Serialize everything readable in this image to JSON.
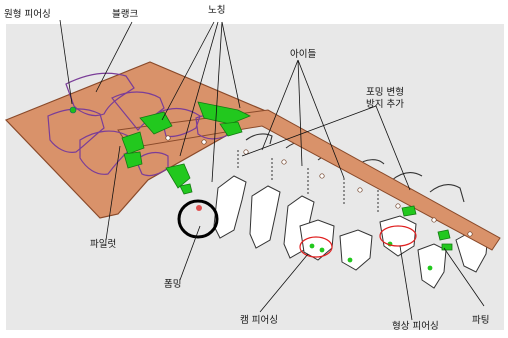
{
  "labels": {
    "round_piercing": "원형 피어싱",
    "blank": "블랭크",
    "notching": "노칭",
    "idle": "아이들",
    "forming_deformation": "포밍 변형",
    "prevention_added": "방지 추가",
    "pilot": "파일럿",
    "forming": "폼밍",
    "cam_piercing": "캠 피어싱",
    "shape_piercing": "형상 피어싱",
    "parting": "파팅"
  },
  "colors": {
    "background_panel": "#e7e7e7",
    "strip": "#d9926a",
    "strip_outline": "#8a4a2a",
    "cut_line": "#8a4aa0",
    "notch_green": "#22c81e",
    "part_outline": "#333333",
    "highlight_red": "#e02020",
    "highlight_black": "#000000"
  }
}
